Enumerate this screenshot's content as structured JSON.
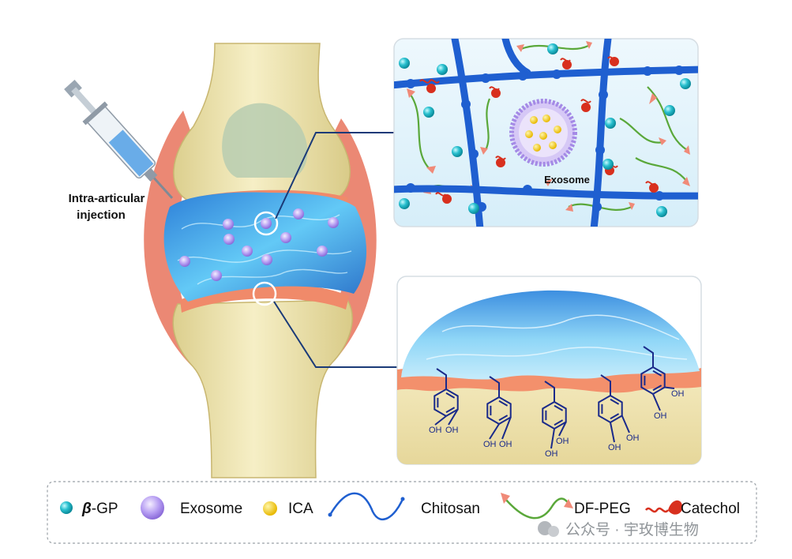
{
  "labels": {
    "injection_line1": "Intra-articular",
    "injection_line2": "injection",
    "exosome_inset": "Exosome",
    "oh": "OH"
  },
  "legend": {
    "items": [
      {
        "icon": "beta-gp-icon",
        "label_prefix": "β",
        "label": "-GP"
      },
      {
        "icon": "exosome-icon",
        "label": "Exosome"
      },
      {
        "icon": "ica-icon",
        "label": "ICA"
      },
      {
        "icon": "chitosan-icon",
        "label": "Chitosan"
      },
      {
        "icon": "df-peg-icon",
        "label": "DF-PEG"
      },
      {
        "icon": "catechol-icon",
        "label": "Catechol"
      }
    ]
  },
  "watermark": {
    "text": "公众号 · 宇玫博生物"
  },
  "colors": {
    "hydrogel": "#3aa0e8",
    "chitosan": "#1f5fd0",
    "beta_gp": "#22b8c8",
    "exosome": "#b49af0",
    "ica": "#f5d21a",
    "df_peg": "#5aa83a",
    "catechol": "#d8301e",
    "bone": "#f1e7b6",
    "cartilage_edge": "#f08a6a",
    "chemistry": "#1a2a8a"
  }
}
